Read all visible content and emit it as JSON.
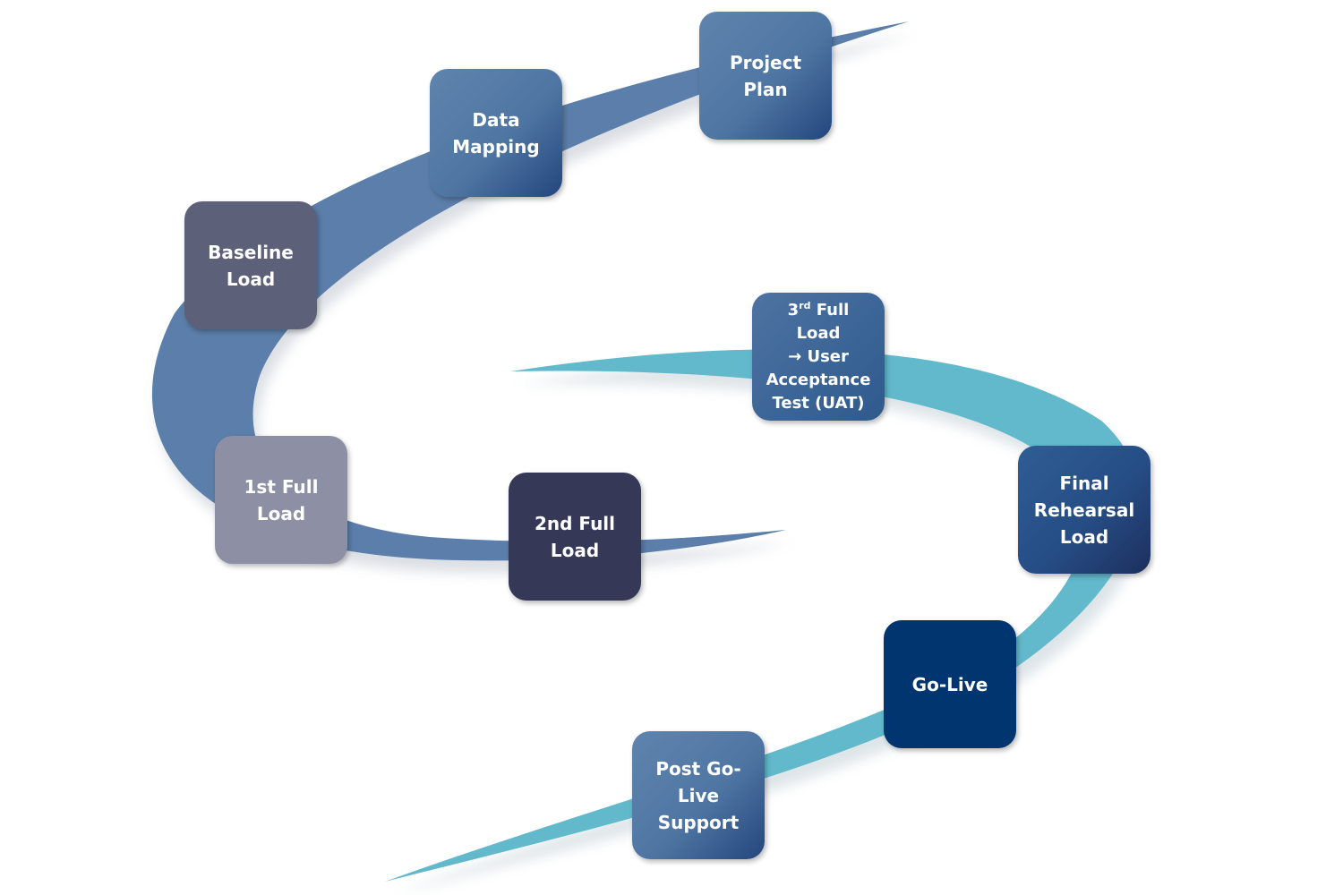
{
  "diagram": {
    "steps": [
      {
        "id": "project-plan",
        "label": "Project\nPlan"
      },
      {
        "id": "data-mapping",
        "label": "Data\nMapping"
      },
      {
        "id": "baseline-load",
        "label": "Baseline\nLoad"
      },
      {
        "id": "first-full-load",
        "label": "1st Full\nLoad"
      },
      {
        "id": "second-full-load",
        "label": "2nd Full\nLoad"
      },
      {
        "id": "third-full-load",
        "ordinal": "3",
        "ordinal_suffix": "rd",
        "label_line1_rest": " Full",
        "label_rest": "Load\n→ User\nAcceptance\nTest (UAT)"
      },
      {
        "id": "final-rehearsal-load",
        "label": "Final\nRehearsal\nLoad"
      },
      {
        "id": "go-live",
        "label": "Go-Live"
      },
      {
        "id": "post-go-live-support",
        "label": "Post Go-\nLive\nSupport"
      }
    ],
    "colors": {
      "upper_swoosh": "#5b7faa",
      "lower_swoosh": "#62b9cc",
      "baseline_load": "#5d6079",
      "first_full_load": "#8d8fa4",
      "second_full_load": "#363857",
      "go_live": "#003570",
      "blue_gradient_light": "#5f84ad",
      "blue_gradient_dark": "#23467d"
    }
  }
}
